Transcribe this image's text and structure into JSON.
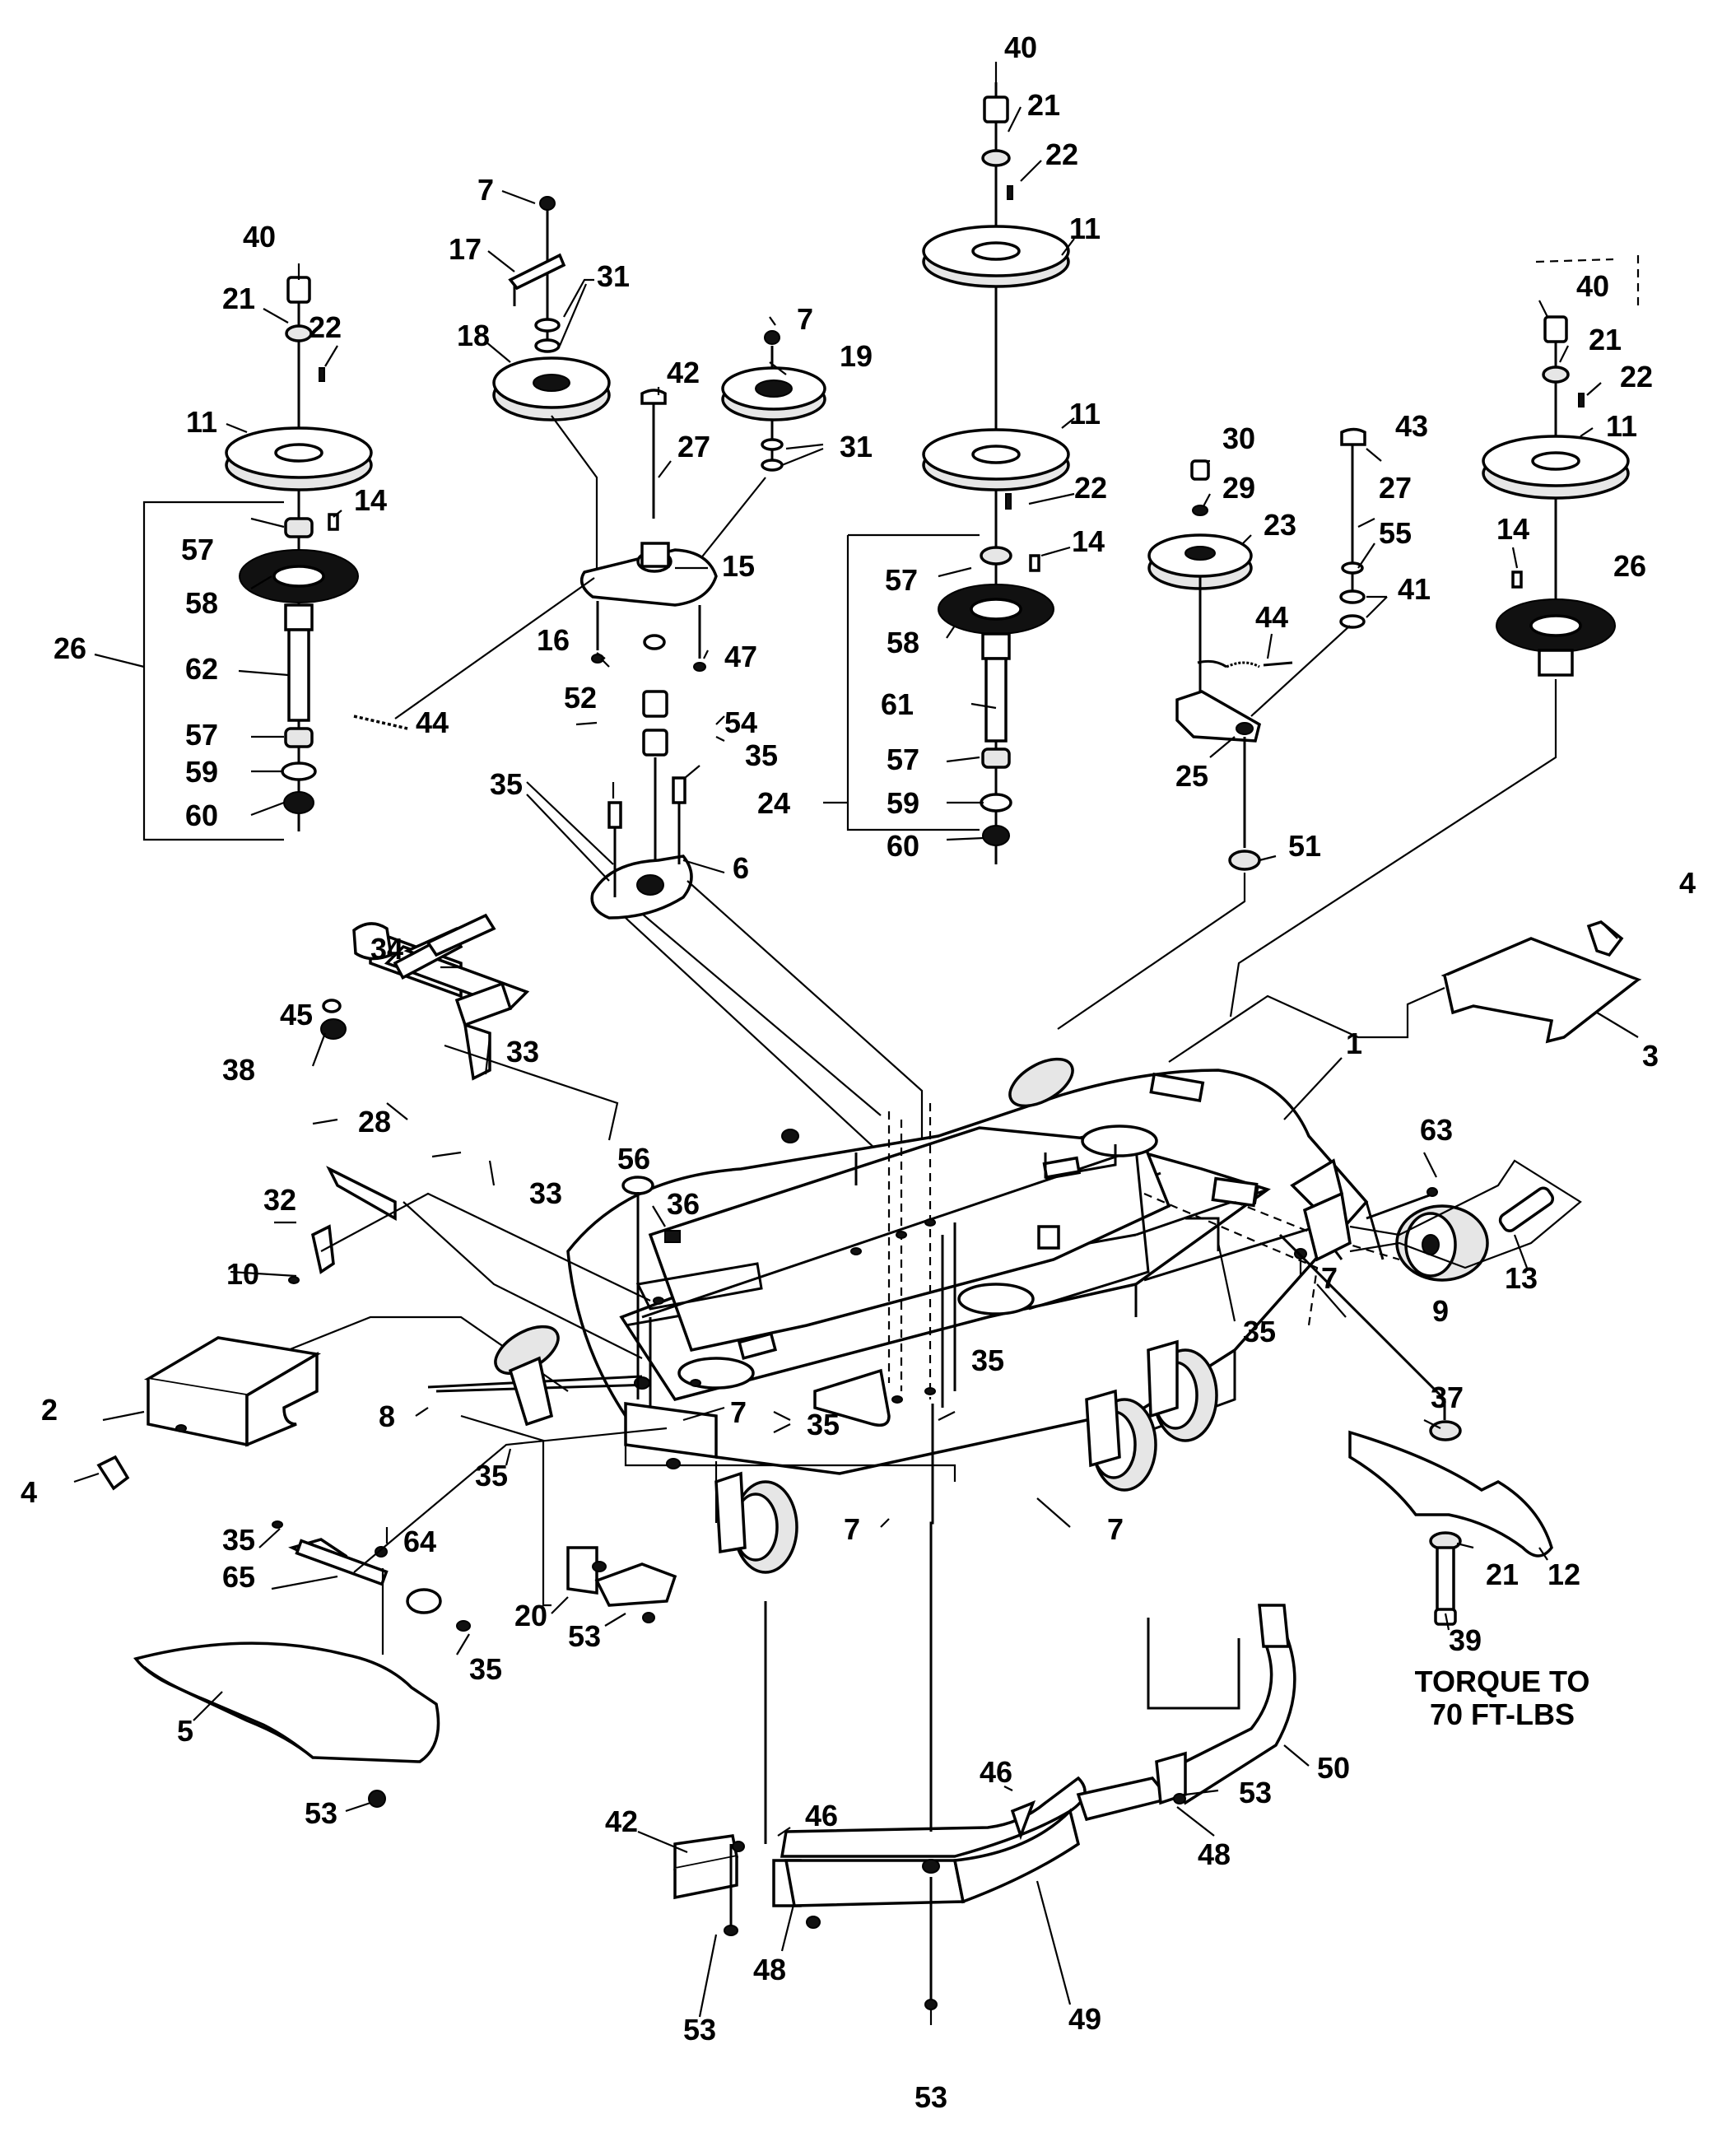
{
  "callouts": [
    {
      "id": "c40a",
      "text": "40"
    },
    {
      "id": "c21a",
      "text": "21"
    },
    {
      "id": "c22a",
      "text": "22"
    },
    {
      "id": "c11a",
      "text": "11"
    },
    {
      "id": "c11b",
      "text": "11"
    },
    {
      "id": "c22b",
      "text": "22"
    },
    {
      "id": "c14a",
      "text": "14"
    },
    {
      "id": "c57a",
      "text": "57"
    },
    {
      "id": "c58a",
      "text": "58"
    },
    {
      "id": "c61",
      "text": "61"
    },
    {
      "id": "c57b",
      "text": "57"
    },
    {
      "id": "c59a",
      "text": "59"
    },
    {
      "id": "c60a",
      "text": "60"
    },
    {
      "id": "c24",
      "text": "24"
    },
    {
      "id": "c40b",
      "text": "40"
    },
    {
      "id": "c21b",
      "text": "21"
    },
    {
      "id": "c22c",
      "text": "22"
    },
    {
      "id": "c11c",
      "text": "11"
    },
    {
      "id": "c14b",
      "text": "14"
    },
    {
      "id": "c57c",
      "text": "57"
    },
    {
      "id": "c58b",
      "text": "58"
    },
    {
      "id": "c26a",
      "text": "26"
    },
    {
      "id": "c62",
      "text": "62"
    },
    {
      "id": "c57d",
      "text": "57"
    },
    {
      "id": "c59b",
      "text": "59"
    },
    {
      "id": "c60b",
      "text": "60"
    },
    {
      "id": "c7a",
      "text": "7"
    },
    {
      "id": "c17",
      "text": "17"
    },
    {
      "id": "c31a",
      "text": "31"
    },
    {
      "id": "c18",
      "text": "18"
    },
    {
      "id": "c42a",
      "text": "42"
    },
    {
      "id": "c27a",
      "text": "27"
    },
    {
      "id": "c7b",
      "text": "7"
    },
    {
      "id": "c19",
      "text": "19"
    },
    {
      "id": "c31b",
      "text": "31"
    },
    {
      "id": "c15",
      "text": "15"
    },
    {
      "id": "c16",
      "text": "16"
    },
    {
      "id": "c52",
      "text": "52"
    },
    {
      "id": "c47",
      "text": "47"
    },
    {
      "id": "c44a",
      "text": "44"
    },
    {
      "id": "c54",
      "text": "54"
    },
    {
      "id": "c35a",
      "text": "35"
    },
    {
      "id": "c35b",
      "text": "35"
    },
    {
      "id": "c6",
      "text": "6"
    },
    {
      "id": "c40c",
      "text": "40"
    },
    {
      "id": "c21c",
      "text": "21"
    },
    {
      "id": "c22d",
      "text": "22"
    },
    {
      "id": "c11d",
      "text": "11"
    },
    {
      "id": "c14c",
      "text": "14"
    },
    {
      "id": "c26b",
      "text": "26"
    },
    {
      "id": "c30",
      "text": "30"
    },
    {
      "id": "c43",
      "text": "43"
    },
    {
      "id": "c29",
      "text": "29"
    },
    {
      "id": "c27b",
      "text": "27"
    },
    {
      "id": "c55",
      "text": "55"
    },
    {
      "id": "c23",
      "text": "23"
    },
    {
      "id": "c41",
      "text": "41"
    },
    {
      "id": "c44b",
      "text": "44"
    },
    {
      "id": "c25",
      "text": "25"
    },
    {
      "id": "c51",
      "text": "51"
    },
    {
      "id": "c4a",
      "text": "4"
    },
    {
      "id": "c3",
      "text": "3"
    },
    {
      "id": "c1",
      "text": "1"
    },
    {
      "id": "c63",
      "text": "63"
    },
    {
      "id": "c7c",
      "text": "7"
    },
    {
      "id": "c9",
      "text": "9"
    },
    {
      "id": "c13",
      "text": "13"
    },
    {
      "id": "c35c",
      "text": "35"
    },
    {
      "id": "c37",
      "text": "37"
    },
    {
      "id": "c12",
      "text": "12"
    },
    {
      "id": "c21d",
      "text": "21"
    },
    {
      "id": "c39",
      "text": "39"
    },
    {
      "id": "c34",
      "text": "34"
    },
    {
      "id": "c45",
      "text": "45"
    },
    {
      "id": "c38",
      "text": "38"
    },
    {
      "id": "c33a",
      "text": "33"
    },
    {
      "id": "c28",
      "text": "28"
    },
    {
      "id": "c33b",
      "text": "33"
    },
    {
      "id": "c56",
      "text": "56"
    },
    {
      "id": "c36",
      "text": "36"
    },
    {
      "id": "c32",
      "text": "32"
    },
    {
      "id": "c10",
      "text": "10"
    },
    {
      "id": "c2",
      "text": "2"
    },
    {
      "id": "c4b",
      "text": "4"
    },
    {
      "id": "c8",
      "text": "8"
    },
    {
      "id": "c35d",
      "text": "35"
    },
    {
      "id": "c7d",
      "text": "7"
    },
    {
      "id": "c35e",
      "text": "35"
    },
    {
      "id": "c35f",
      "text": "35"
    },
    {
      "id": "c7e",
      "text": "7"
    },
    {
      "id": "c7f",
      "text": "7"
    },
    {
      "id": "c35g",
      "text": "35"
    },
    {
      "id": "c64",
      "text": "64"
    },
    {
      "id": "c65",
      "text": "65"
    },
    {
      "id": "c20",
      "text": "20"
    },
    {
      "id": "c53a",
      "text": "53"
    },
    {
      "id": "c35h",
      "text": "35"
    },
    {
      "id": "c5",
      "text": "5"
    },
    {
      "id": "c53b",
      "text": "53"
    },
    {
      "id": "c42b",
      "text": "42"
    },
    {
      "id": "c46a",
      "text": "46"
    },
    {
      "id": "c53c",
      "text": "53"
    },
    {
      "id": "c48a",
      "text": "48"
    },
    {
      "id": "c49",
      "text": "49"
    },
    {
      "id": "c53d",
      "text": "53"
    },
    {
      "id": "c46b",
      "text": "46"
    },
    {
      "id": "c50",
      "text": "50"
    },
    {
      "id": "c53e",
      "text": "53"
    },
    {
      "id": "c48b",
      "text": "48"
    }
  ],
  "torque_note": {
    "line1": "TORQUE TO",
    "line2": "70 FT-LBS"
  }
}
